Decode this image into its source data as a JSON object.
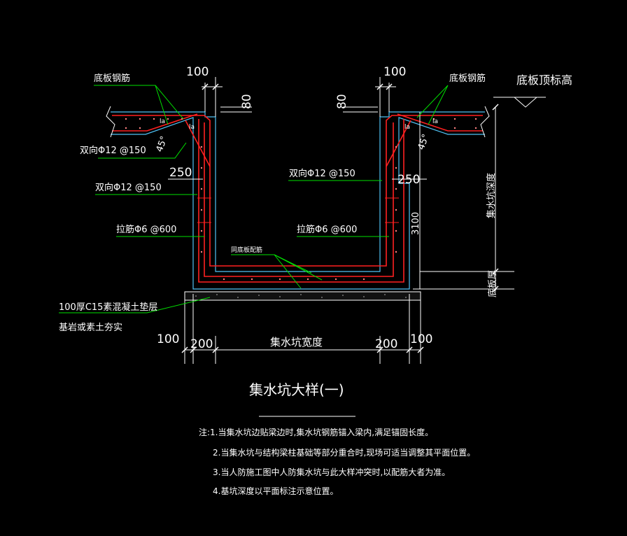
{
  "labels": {
    "bottom_rebar_left": "底板钢筋",
    "bottom_rebar_right": "底板钢筋",
    "slab_top_elev": "底板顶标高",
    "bidir_1": "双向Φ12 @150",
    "bidir_2": "双向Φ12 @150",
    "bidir_3": "双向Φ12 @150",
    "tie_left": "拉筋Φ6 @600",
    "tie_right": "拉筋Φ6 @600",
    "same_as_slab": "同底板配筋",
    "cushion": "100厚C15素混凝土垫层",
    "base": "基岩或素土夯实",
    "pit_depth": "集水坑深度",
    "slab_thickness": "底板厚",
    "pit_width": "集水坑宽度",
    "angle_left": "45°",
    "angle_right": "45°",
    "la": "la"
  },
  "dims": {
    "top_left_100": "100",
    "top_right_100": "100",
    "left_80": "80",
    "right_80": "80",
    "left_250": "250",
    "right_250": "250",
    "depth_3100": "3100",
    "bottom_100_left": "100",
    "bottom_200_left": "200",
    "bottom_200_right": "200",
    "bottom_100_right": "100"
  },
  "title": "集水坑大样(一)",
  "notes": [
    "注:1.当集水坑边贴梁边时,集水坑钢筋锚入梁内,满足锚固长度。",
    "2.当集水坑与结构梁柱基础等部分重合时,现场可适当调整其平面位置。",
    "3.当人防施工图中人防集水坑与此大样冲突时,以配筋大者为准。",
    "4.基坑深度以平面标注示意位置。"
  ],
  "colors": {
    "background": "#000000",
    "text": "#ffffff",
    "rebar": "#ff2020",
    "concrete_outline": "#4fc3f7",
    "leader": "#00e000"
  }
}
